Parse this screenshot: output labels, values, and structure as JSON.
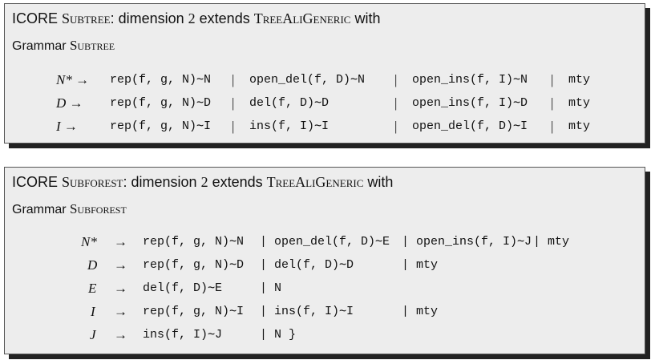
{
  "panel1": {
    "title": {
      "prefix": "ICORE ",
      "name": "Subtree",
      "mid": ": dimension ",
      "dim": "2",
      "ext": " extends ",
      "base": "TreeAliGeneric",
      "suffix": " with"
    },
    "grammar": {
      "label": "Grammar ",
      "name": "Subtree"
    },
    "rows": [
      [
        "N* →",
        "rep(f, g, N)∼N",
        "|",
        "open_del(f, D)∼N",
        "|",
        "open_ins(f, I)∼N",
        "|",
        "mty"
      ],
      [
        "D →",
        "rep(f, g, N)∼D",
        "|",
        "del(f, D)∼D",
        "|",
        "open_ins(f, I)∼D",
        "|",
        "mty"
      ],
      [
        "I →",
        "rep(f, g, N)∼I",
        "|",
        "ins(f, I)∼I",
        "|",
        "open_del(f, D)∼I",
        "|",
        "mty"
      ]
    ]
  },
  "panel2": {
    "title": {
      "prefix": "ICORE ",
      "name": "Subforest",
      "mid": ": dimension ",
      "dim": "2",
      "ext": " extends ",
      "base": "TreeAliGeneric",
      "suffix": " with"
    },
    "grammar": {
      "label": "Grammar ",
      "name": "Subforest"
    },
    "rows": [
      [
        "N*",
        "→",
        "rep(f, g, N)∼N",
        "| open_del(f, D)∼E",
        "| open_ins(f, I)∼J",
        "| mty"
      ],
      [
        "D",
        "→",
        "rep(f, g, N)∼D",
        "| del(f, D)∼D",
        "| mty",
        ""
      ],
      [
        "E",
        "→",
        "del(f, D)∼E",
        "| N",
        "",
        ""
      ],
      [
        "I",
        "→",
        "rep(f, g, N)∼I",
        "| ins(f, I)∼I",
        "| mty",
        ""
      ],
      [
        "J",
        "→",
        "ins(f, I)∼J",
        "| N }",
        "",
        ""
      ]
    ]
  }
}
